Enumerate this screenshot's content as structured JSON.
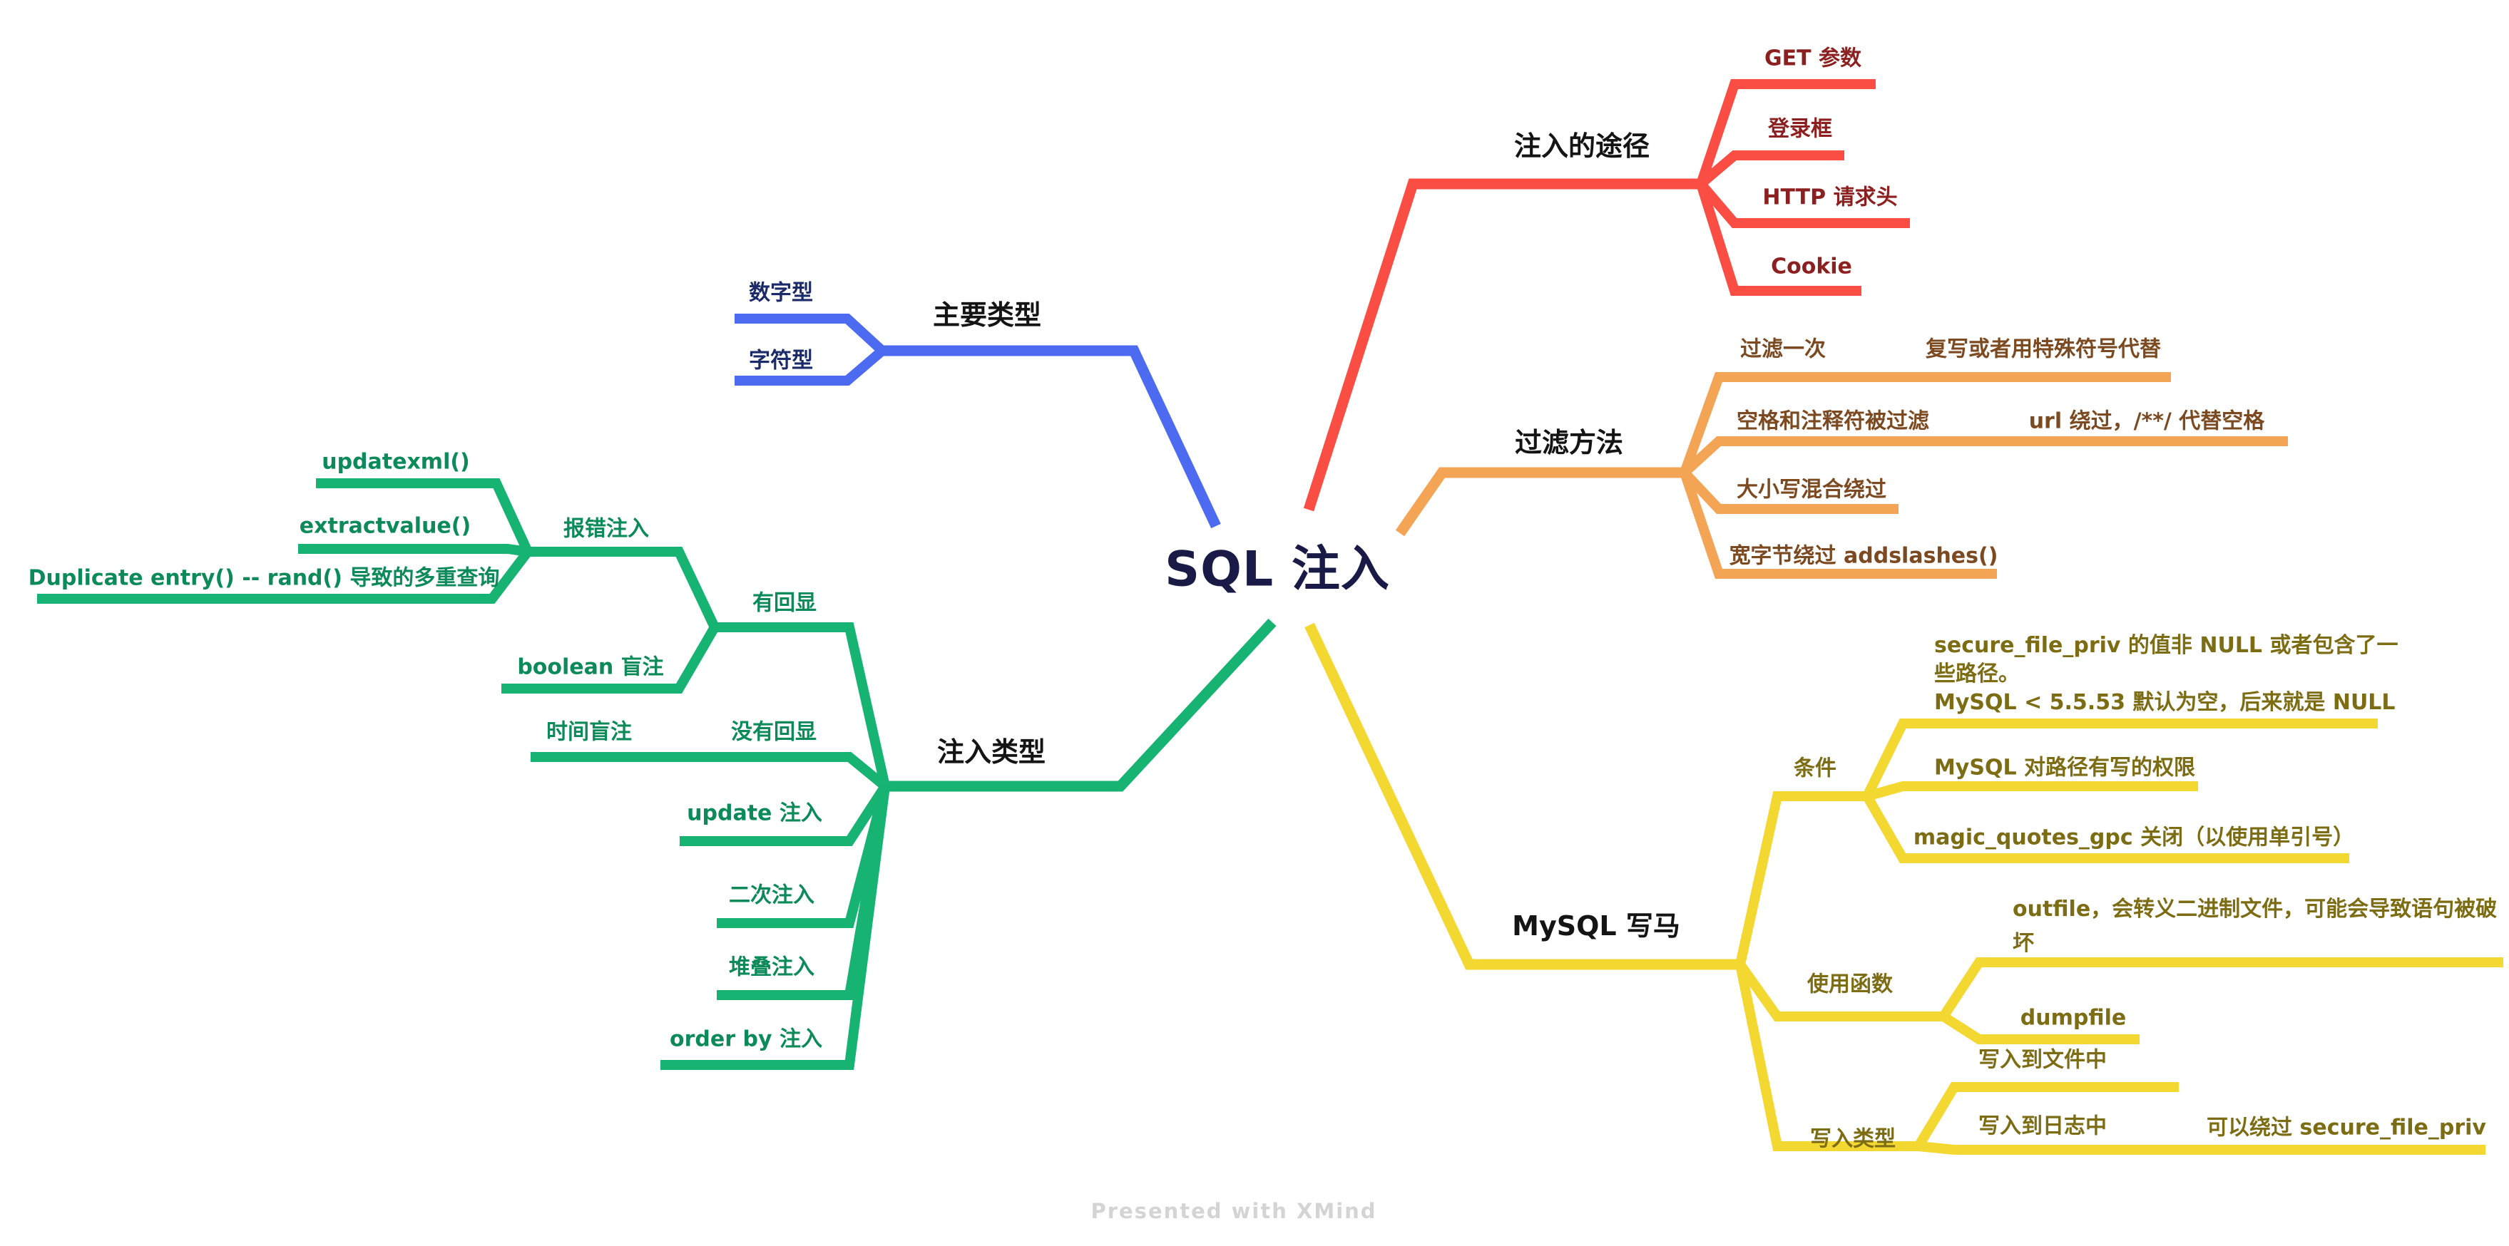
{
  "title": "SQL 注入",
  "watermark": "Presented with XMind",
  "colors": {
    "red_line": "#fa4d43",
    "red_text": "#8c1f1f",
    "orange_line": "#f3a455",
    "orange_text": "#7c4a21",
    "blue_line": "#4d6bf0",
    "blue_text": "#1b2a68",
    "green_line": "#16b372",
    "green_text": "#0c8a5a",
    "yellow_line": "#f3d831",
    "yellow_text": "#7c6d15",
    "title_text": "#191a45",
    "branch_text": "#141414",
    "watermark_text": "#d4d4d4"
  },
  "injection_paths": {
    "label": "注入的途径",
    "get_param": "GET 参数",
    "login_box": "登录框",
    "http_header": "HTTP 请求头",
    "cookie": "Cookie"
  },
  "filter_methods": {
    "label": "过滤方法",
    "filter_once": "过滤一次",
    "filter_once_note": "复写或者用特殊符号代替",
    "space_comment_filtered": "空格和注释符被过滤",
    "space_comment_note": "url 绕过，/**/ 代替空格",
    "mixed_case_bypass": "大小写混合绕过",
    "wide_byte_bypass": "宽字节绕过 addslashes()"
  },
  "main_types": {
    "label": "主要类型",
    "numeric": "数字型",
    "string": "字符型"
  },
  "injection_types": {
    "label": "注入类型",
    "has_echo": "有回显",
    "error_injection": "报错注入",
    "updatexml": "updatexml()",
    "extractvalue": "extractvalue()",
    "duplicate_entry": "Duplicate entry() -- rand() 导致的多重查询",
    "boolean_blind": "boolean 盲注",
    "no_echo": "没有回显",
    "time_blind": "时间盲注",
    "update_injection": "update 注入",
    "second_order": "二次注入",
    "stacked": "堆叠注入",
    "order_by": "order by 注入"
  },
  "mysql_shell": {
    "label": "MySQL 写马",
    "condition": "条件",
    "condition_secure_file_priv": "secure_file_priv 的值非 NULL 或者包含了一些路径。\nMySQL < 5.5.53 默认为空，后来就是 NULL",
    "condition_write_perm": "MySQL 对路径有写的权限",
    "condition_magic_quotes": "magic_quotes_gpc 关闭（以使用单引号）",
    "use_function": "使用函数",
    "outfile_note": "outfile，会转义二进制文件，可能会导致语句被破坏",
    "dumpfile": "dumpfile",
    "write_type": "写入类型",
    "write_to_file": "写入到文件中",
    "write_to_log": "写入到日志中",
    "write_to_log_note": "可以绕过 secure_file_priv"
  }
}
